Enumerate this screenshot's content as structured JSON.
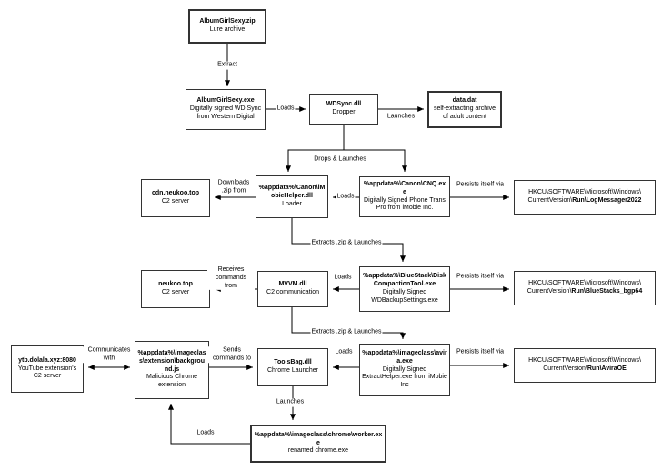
{
  "boxes": {
    "lure_zip": {
      "title": "AlbumGirlSexy.zip",
      "subtitle": "Lure archive"
    },
    "lure_exe": {
      "title": "AlbumGirlSexy.exe",
      "subtitle": "Digitally signed WD Sync from Western Digital"
    },
    "wdsync": {
      "title": "WDSync.dll",
      "subtitle": "Dropper"
    },
    "data_dat": {
      "title": "data.dat",
      "subtitle": "self-extracting archive of adult content"
    },
    "cdn_neukoo": {
      "title": "cdn.neukoo.top",
      "subtitle": "C2 server"
    },
    "imobie_helper": {
      "title": "%appdata%\\Canon\\iMobieHelper.dll",
      "subtitle": "Loader"
    },
    "cnq": {
      "title": "%appdata%\\Canon\\CNQ.exe",
      "subtitle": "Digitally Signed Phone Trans Pro from iMobie Inc."
    },
    "neukoo": {
      "title": "neukoo.top",
      "subtitle": "C2 server"
    },
    "mvvm": {
      "title": "MVVM.dll",
      "subtitle": "C2 communication"
    },
    "bluestack": {
      "title": "%appdata%\\BlueStack\\DiskCompactionTool.exe",
      "subtitle": "Digitally Signed WDBackupSettings.exe"
    },
    "ytb": {
      "title": "ytb.dolala.xyz:8080",
      "subtitle": "YouTube extension's C2 server"
    },
    "background_js": {
      "title": "%appdata%\\imageclass\\extension\\background.js",
      "subtitle": "Malicious Chrome extension"
    },
    "toolsbag": {
      "title": "ToolsBag.dll",
      "subtitle": "Chrome Launcher"
    },
    "avira": {
      "title": "%appdata%\\imageclass\\avira.exe",
      "subtitle": "Digitally Signed ExtractHelper.exe from iMobie Inc"
    },
    "worker": {
      "title": "%appdata%\\imageclass\\chrome\\worker.exe",
      "subtitle": "renamed chrome.exe"
    },
    "reg_logmessager": {
      "line1": "HKCU\\SOFTWARE\\Microsoft\\Windows\\",
      "line2_normal": "CurrentVersion\\",
      "line2_bold": "Run\\LogMessager2022"
    },
    "reg_bluestacks": {
      "line1": "HKCU\\SOFTWARE\\Microsoft\\Windows\\",
      "line2_normal": "CurrentVersion\\",
      "line2_bold": "Run\\BlueStacks_bgp64"
    },
    "reg_avira": {
      "line1": "HKCU\\SOFTWARE\\Microsoft\\Windows\\",
      "line2_normal": "CurrentVersion\\",
      "line2_bold": "Run\\AviraOE"
    }
  },
  "edges": {
    "extract": "Extract",
    "loads_exe_to_wdsync": "Loads",
    "launches_data_dat": "Launches",
    "drops_and_launches": "Drops & Launches",
    "downloads_zip_from": "Downloads .zip from",
    "loads_cnq_to_helper": "Loads",
    "persists_logmessager": "Persists itself via",
    "extracts_zip_launches_1": "Extracts .zip & Launches",
    "receives_commands_from": "Receives commands from",
    "loads_disktool_to_mvvm": "Loads",
    "persists_bluestacks": "Persists itself via",
    "extracts_zip_launches_2": "Extracts .zip & Launches",
    "communicates_with": "Communicates with",
    "sends_commands_to": "Sends commands to",
    "loads_avira_to_toolsbag": "Loads",
    "persists_avira": "Persists itself via",
    "launches_worker": "Launches",
    "loads_worker_to_background": "Loads"
  }
}
